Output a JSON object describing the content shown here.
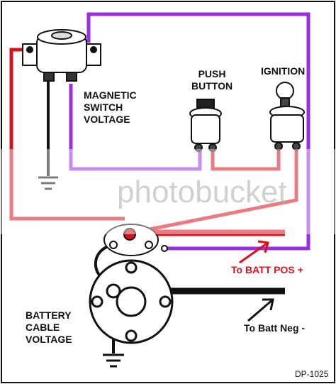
{
  "labels": {
    "magnetic_switch_voltage": [
      "MAGNETIC",
      "SWITCH",
      "VOLTAGE"
    ],
    "push_button": [
      "PUSH",
      "BUTTON"
    ],
    "ignition": "IGNITION",
    "to_batt_pos": "To BATT POS +",
    "battery_cable_voltage": [
      "BATTERY",
      "CABLE",
      "VOLTAGE"
    ],
    "to_batt_neg": "To Batt Neg -",
    "diagram_id": "DP-1025"
  },
  "watermark": "photobucket",
  "colors": {
    "wire_red": "#d8121d",
    "wire_purple": "#9a2ee0",
    "wire_black": "#111111",
    "label_red": "#d8121d"
  }
}
